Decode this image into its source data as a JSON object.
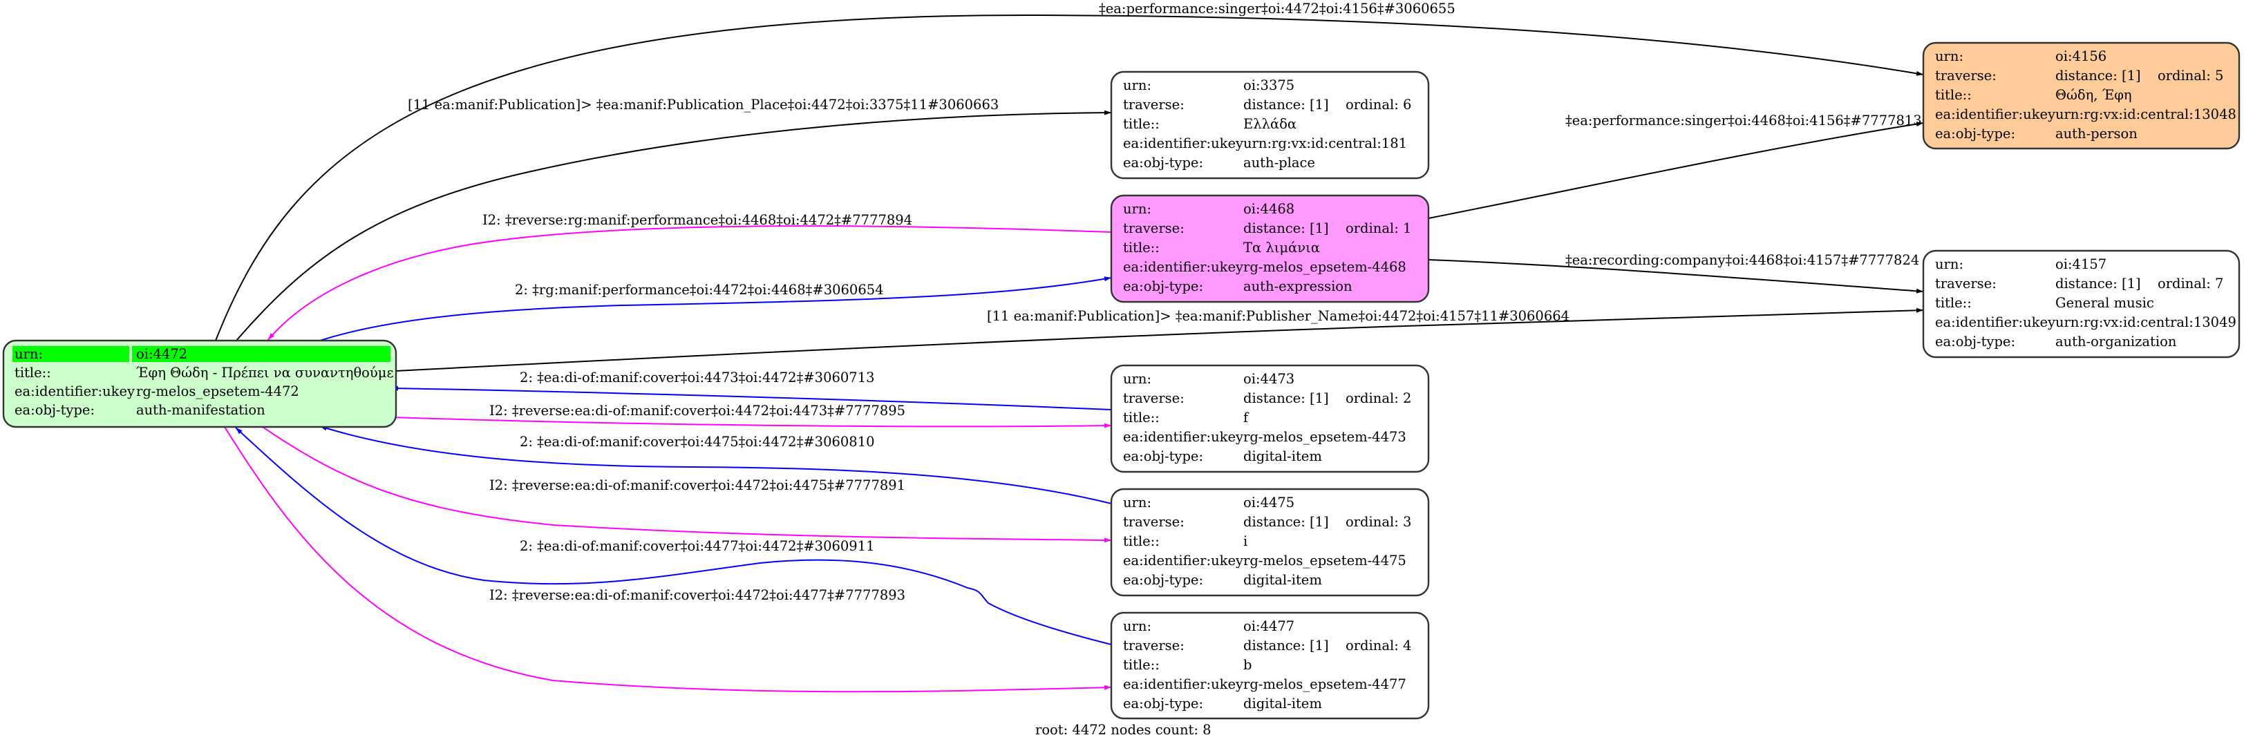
{
  "graph": {
    "footer": "root: 4472 nodes count: 8",
    "colors": {
      "root_fill": "#ccffcc",
      "root_highlight": "#00ff00",
      "expression_fill": "#ff99ff",
      "person_fill": "#ffcc99",
      "default_fill": "#ffffff",
      "edge_forward": "#0000ff",
      "edge_reverse": "#ff00ff",
      "edge_other": "#000000"
    },
    "nodes": [
      {
        "id": "oi:4472",
        "role": "root",
        "rows": [
          {
            "key": "urn:",
            "value": "oi:4472"
          },
          {
            "key": "title::",
            "value": "Έφη Θώδη - Πρέπει να συναντηθούμε"
          },
          {
            "key": "ea:identifier:ukey",
            "value": "rg-melos_epsetem-4472"
          },
          {
            "key": "ea:obj-type:",
            "value": "auth-manifestation"
          }
        ]
      },
      {
        "id": "oi:3375",
        "role": "place",
        "rows": [
          {
            "key": "urn:",
            "value": "oi:3375"
          },
          {
            "key": "traverse:",
            "value": "distance: [1]",
            "extra": "ordinal: 6"
          },
          {
            "key": "title::",
            "value": "Ελλάδα"
          },
          {
            "key": "ea:identifier:ukey",
            "value": "urn:rg:vx:id:central:181"
          },
          {
            "key": "ea:obj-type:",
            "value": "auth-place"
          }
        ]
      },
      {
        "id": "oi:4468",
        "role": "expression",
        "rows": [
          {
            "key": "urn:",
            "value": "oi:4468"
          },
          {
            "key": "traverse:",
            "value": "distance: [1]",
            "extra": "ordinal: 1"
          },
          {
            "key": "title::",
            "value": "Τα λιμάνια"
          },
          {
            "key": "ea:identifier:ukey",
            "value": "rg-melos_epsetem-4468"
          },
          {
            "key": "ea:obj-type:",
            "value": "auth-expression"
          }
        ]
      },
      {
        "id": "oi:4156",
        "role": "person",
        "rows": [
          {
            "key": "urn:",
            "value": "oi:4156"
          },
          {
            "key": "traverse:",
            "value": "distance: [1]",
            "extra": "ordinal: 5"
          },
          {
            "key": "title::",
            "value": "Θώδη, Έφη"
          },
          {
            "key": "ea:identifier:ukey",
            "value": "urn:rg:vx:id:central:13048"
          },
          {
            "key": "ea:obj-type:",
            "value": "auth-person"
          }
        ]
      },
      {
        "id": "oi:4157",
        "role": "organization",
        "rows": [
          {
            "key": "urn:",
            "value": "oi:4157"
          },
          {
            "key": "traverse:",
            "value": "distance: [1]",
            "extra": "ordinal: 7"
          },
          {
            "key": "title::",
            "value": "General music"
          },
          {
            "key": "ea:identifier:ukey",
            "value": "urn:rg:vx:id:central:13049"
          },
          {
            "key": "ea:obj-type:",
            "value": "auth-organization"
          }
        ]
      },
      {
        "id": "oi:4473",
        "role": "item",
        "rows": [
          {
            "key": "urn:",
            "value": "oi:4473"
          },
          {
            "key": "traverse:",
            "value": "distance: [1]",
            "extra": "ordinal: 2"
          },
          {
            "key": "title::",
            "value": "f"
          },
          {
            "key": "ea:identifier:ukey",
            "value": "rg-melos_epsetem-4473"
          },
          {
            "key": "ea:obj-type:",
            "value": "digital-item"
          }
        ]
      },
      {
        "id": "oi:4475",
        "role": "item",
        "rows": [
          {
            "key": "urn:",
            "value": "oi:4475"
          },
          {
            "key": "traverse:",
            "value": "distance: [1]",
            "extra": "ordinal: 3"
          },
          {
            "key": "title::",
            "value": "i"
          },
          {
            "key": "ea:identifier:ukey",
            "value": "rg-melos_epsetem-4475"
          },
          {
            "key": "ea:obj-type:",
            "value": "digital-item"
          }
        ]
      },
      {
        "id": "oi:4477",
        "role": "item",
        "rows": [
          {
            "key": "urn:",
            "value": "oi:4477"
          },
          {
            "key": "traverse:",
            "value": "distance: [1]",
            "extra": "ordinal: 4"
          },
          {
            "key": "title::",
            "value": "b"
          },
          {
            "key": "ea:identifier:ukey",
            "value": "rg-melos_epsetem-4477"
          },
          {
            "key": "ea:obj-type:",
            "value": "digital-item"
          }
        ]
      }
    ],
    "edges": [
      {
        "from": "oi:4472",
        "to": "oi:4156",
        "kind": "other",
        "label": "‡ea:performance:singer‡oi:4472‡oi:4156‡#3060655"
      },
      {
        "from": "oi:4472",
        "to": "oi:3375",
        "kind": "other",
        "label": "[11 ea:manif:Publication]> ‡ea:manif:Publication_Place‡oi:4472‡oi:3375‡11#3060663"
      },
      {
        "from": "oi:4468",
        "to": "oi:4472",
        "kind": "reverse",
        "label": "I2: ‡reverse:rg:manif:performance‡oi:4468‡oi:4472‡#7777894"
      },
      {
        "from": "oi:4472",
        "to": "oi:4468",
        "kind": "forward",
        "label": "2: ‡rg:manif:performance‡oi:4472‡oi:4468‡#3060654"
      },
      {
        "from": "oi:4468",
        "to": "oi:4156",
        "kind": "other",
        "label": "‡ea:performance:singer‡oi:4468‡oi:4156‡#7777813"
      },
      {
        "from": "oi:4468",
        "to": "oi:4157",
        "kind": "other",
        "label": "‡ea:recording:company‡oi:4468‡oi:4157‡#7777824"
      },
      {
        "from": "oi:4472",
        "to": "oi:4157",
        "kind": "other",
        "label": "[11 ea:manif:Publication]> ‡ea:manif:Publisher_Name‡oi:4472‡oi:4157‡11#3060664"
      },
      {
        "from": "oi:4473",
        "to": "oi:4472",
        "kind": "forward",
        "label": "2: ‡ea:di-of:manif:cover‡oi:4473‡oi:4472‡#3060713"
      },
      {
        "from": "oi:4472",
        "to": "oi:4473",
        "kind": "reverse",
        "label": "I2: ‡reverse:ea:di-of:manif:cover‡oi:4472‡oi:4473‡#7777895"
      },
      {
        "from": "oi:4475",
        "to": "oi:4472",
        "kind": "forward",
        "label": "2: ‡ea:di-of:manif:cover‡oi:4475‡oi:4472‡#3060810"
      },
      {
        "from": "oi:4472",
        "to": "oi:4475",
        "kind": "reverse",
        "label": "I2: ‡reverse:ea:di-of:manif:cover‡oi:4472‡oi:4475‡#7777891"
      },
      {
        "from": "oi:4477",
        "to": "oi:4472",
        "kind": "forward",
        "label": "2: ‡ea:di-of:manif:cover‡oi:4477‡oi:4472‡#3060911"
      },
      {
        "from": "oi:4472",
        "to": "oi:4477",
        "kind": "reverse",
        "label": "I2: ‡reverse:ea:di-of:manif:cover‡oi:4472‡oi:4477‡#7777893"
      }
    ]
  }
}
